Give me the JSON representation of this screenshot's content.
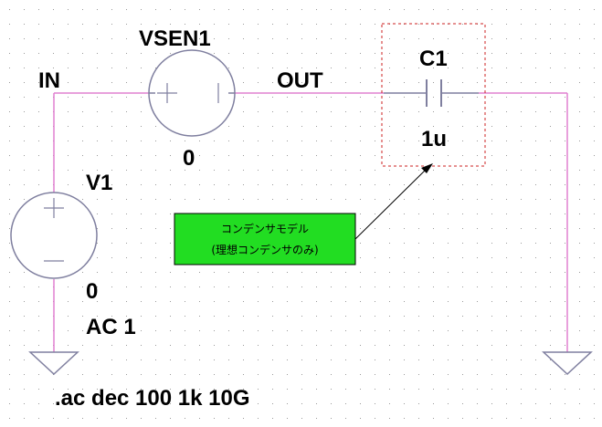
{
  "schematic": {
    "nodes": {
      "in": "IN",
      "out": "OUT"
    },
    "vsen": {
      "name": "VSEN1",
      "value": "0"
    },
    "v1": {
      "name": "V1",
      "dc": "0",
      "ac": "AC 1"
    },
    "c1": {
      "name": "C1",
      "value": "1u"
    },
    "note": {
      "line1": "コンデンサモデル",
      "line2": "(理想コンデンサのみ)"
    },
    "directive": ".ac dec 100 1k 10G"
  },
  "colors": {
    "wire": "#e080d0",
    "component": "#7f7f9f",
    "note_fill": "#22dd22",
    "note_border": "#000000",
    "dashed_box": "#cc2222",
    "grid_dot": "#9a9a9a"
  }
}
